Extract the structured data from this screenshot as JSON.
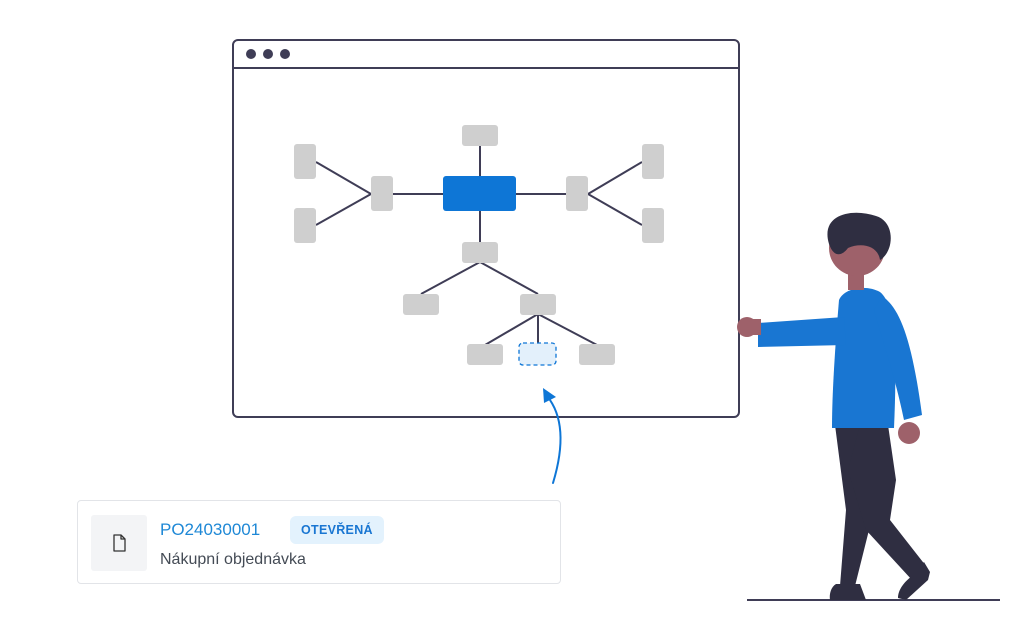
{
  "card": {
    "number": "PO24030001",
    "status": "OTEVŘENÁ",
    "type": "Nákupní objednávka",
    "icon": "document-icon"
  },
  "colors": {
    "primary": "#0e76d6",
    "node": "#cfcfcf",
    "placeholder_fill": "#e3f0fb",
    "link": "#1e88d6",
    "badge_bg": "#e3f2fd",
    "badge_text": "#1976d2",
    "line": "#3f3d56",
    "shirt": "#1976d2",
    "skin": "#9e616a",
    "dark": "#2f2e41"
  }
}
